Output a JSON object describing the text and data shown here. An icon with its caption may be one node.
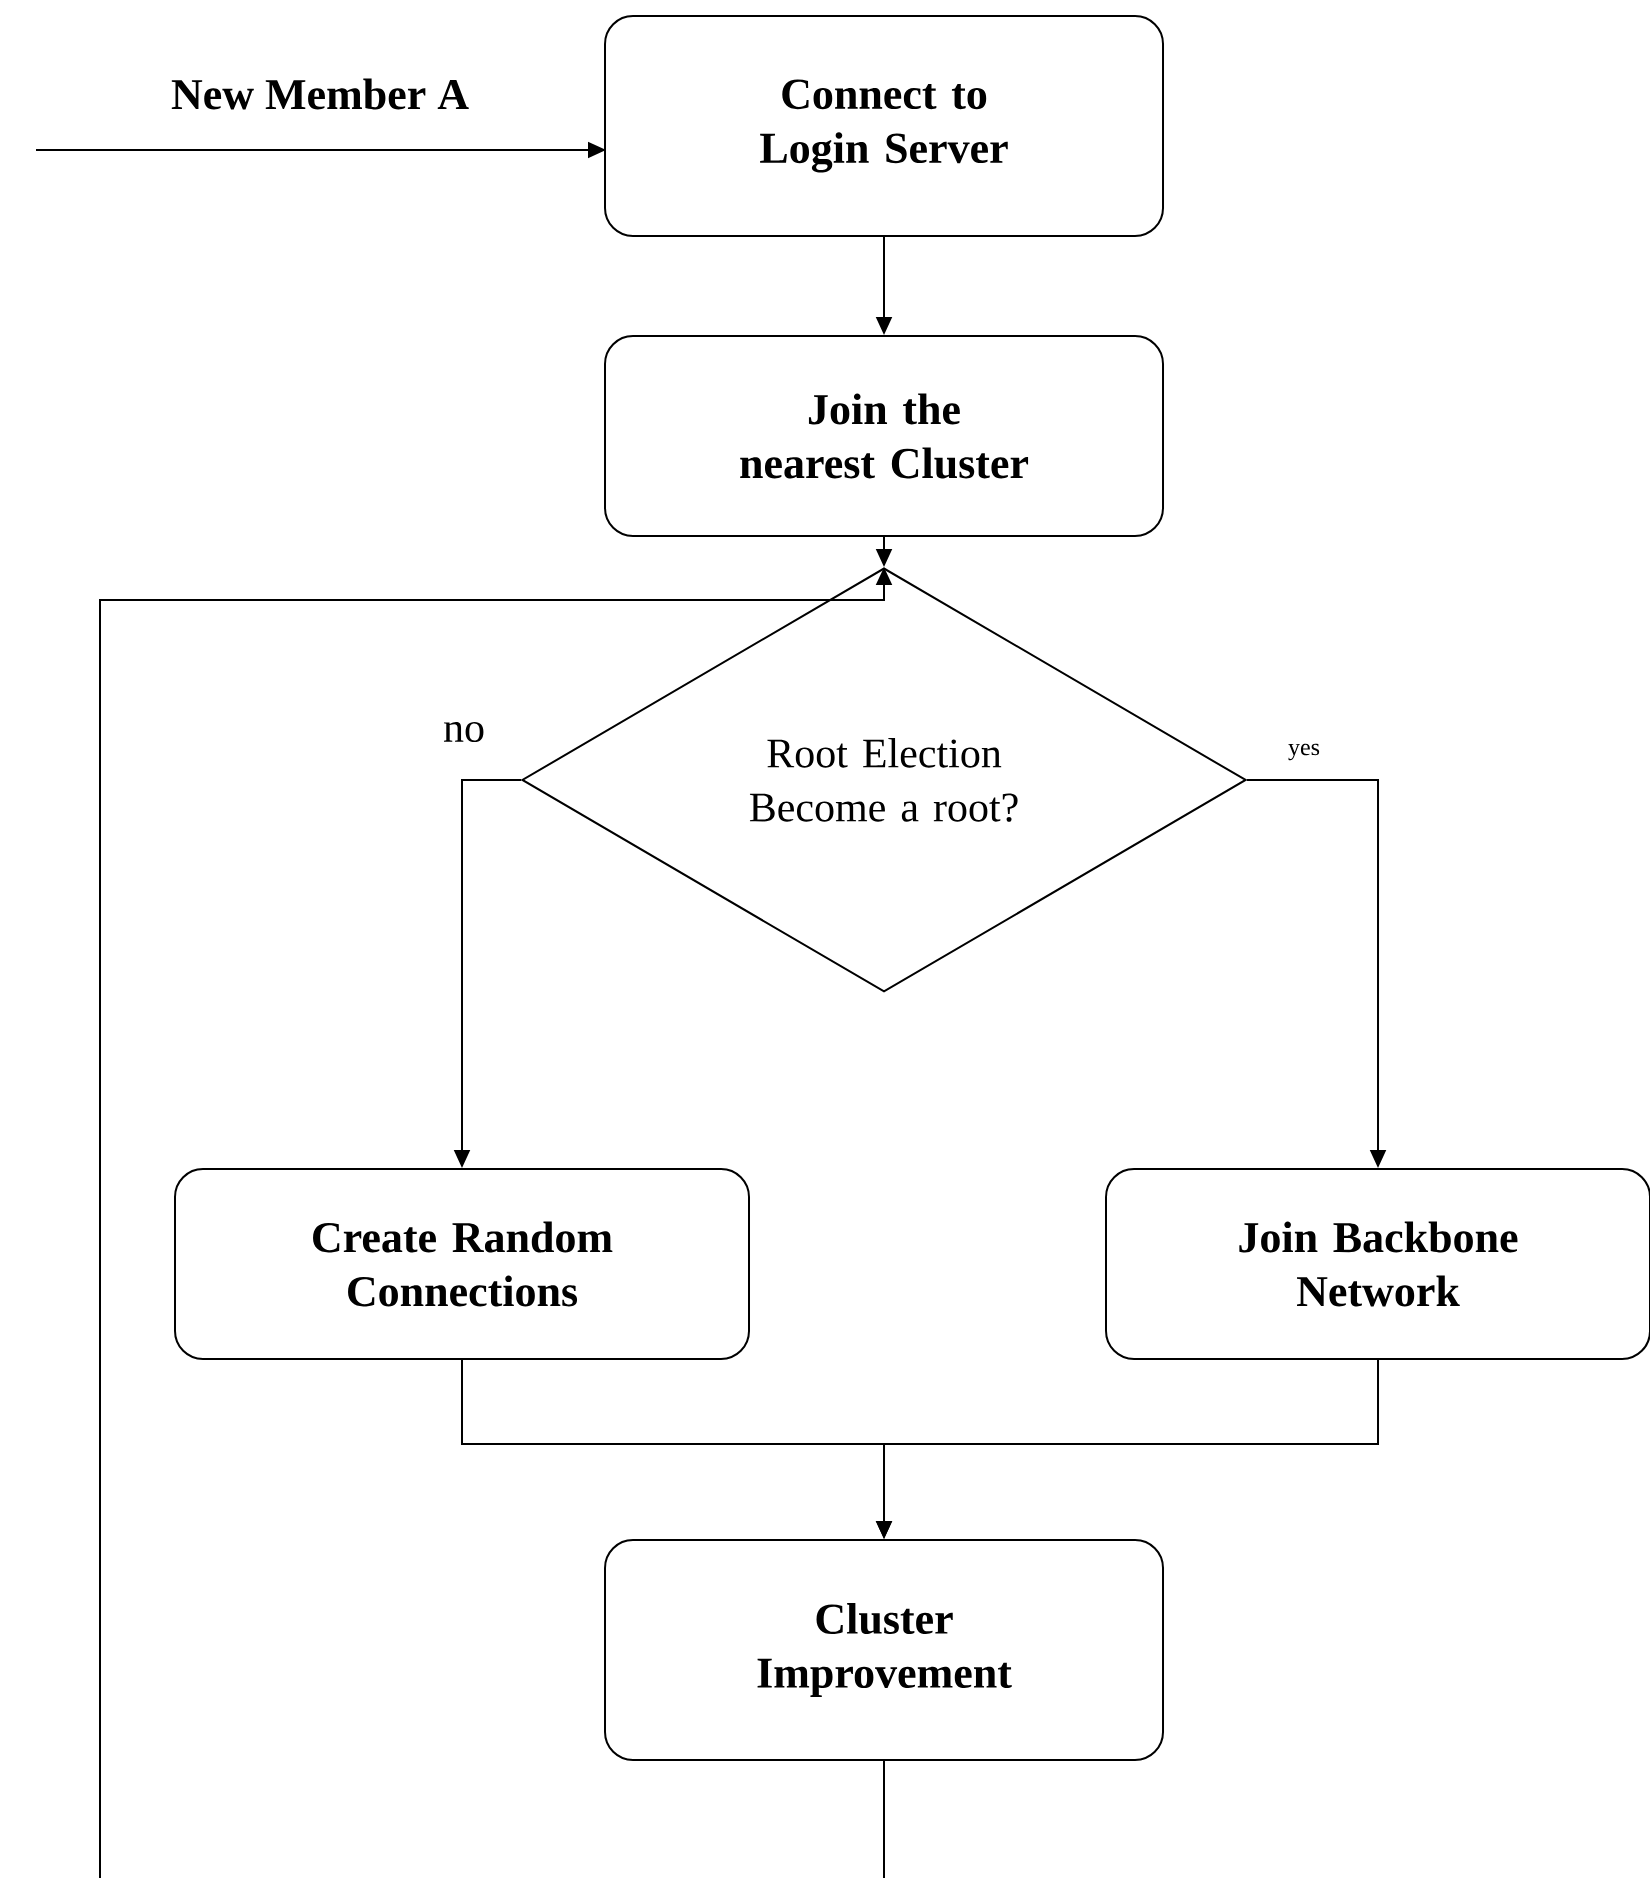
{
  "diagram": {
    "nodes": [
      {
        "text": [
          "Connect to Login Server"
        ]
      },
      {
        "text": [
          "Join the nearest Cluster"
        ]
      },
      {
        "text": [
          "Root Election Become a root?"
        ]
      },
      {
        "text": [
          "Create Random Connections"
        ]
      },
      {
        "text": [
          "Join Backbone Network"
        ]
      },
      {
        "text": [
          "Cluster Improvement"
        ]
      }
    ],
    "edges": [
      {
        "from": null,
        "to": 0,
        "arrow": "to",
        "label": "New Member A"
      },
      {
        "from": 0,
        "to": 1,
        "arrow": "to"
      },
      {
        "from": 1,
        "to": 2,
        "arrow": "to"
      },
      {
        "from": 2,
        "to": 3,
        "arrow": "to",
        "label": "no"
      },
      {
        "from": 2,
        "to": 4,
        "arrow": "to",
        "label": "yes"
      },
      {
        "from": 3,
        "to": 5,
        "arrow": "to"
      },
      {
        "from": 4,
        "to": 5,
        "arrow": "to"
      },
      {
        "from": 5,
        "to": 2,
        "arrow": "to"
      }
    ]
  }
}
